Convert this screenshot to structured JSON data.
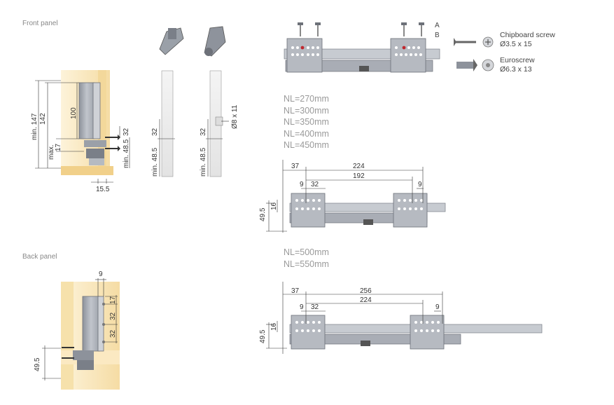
{
  "sections": {
    "front_panel": "Front panel",
    "back_panel": "Back panel"
  },
  "front": {
    "dims": {
      "min147": "min. 147",
      "d142": "142",
      "d100": "100",
      "max17": "max.",
      "max17b": "17",
      "min48_5": "min. 48.5",
      "d32": "32",
      "d15_5": "15.5"
    }
  },
  "panels": {
    "left": {
      "min48_5": "min. 48.5",
      "d32": "32"
    },
    "right": {
      "min48_5": "min. 48.5",
      "d32": "32",
      "dia": "Ø8 x 11"
    }
  },
  "screws": {
    "a": "A",
    "b": "B",
    "chipboard": {
      "name": "Chipboard screw",
      "size": "Ø3.5 x 15"
    },
    "euro": {
      "name": "Euroscrew",
      "size": "Ø6.3 x 13"
    }
  },
  "nl_group1": [
    "NL=270mm",
    "NL=300mm",
    "NL=350mm",
    "NL=400mm",
    "NL=450mm"
  ],
  "nl_group2": [
    "NL=500mm",
    "NL=550mm"
  ],
  "runner1": {
    "d37": "37",
    "d224": "224",
    "d192": "192",
    "d9a": "9",
    "d32": "32",
    "d9b": "9",
    "d16": "16",
    "d49_5": "49.5"
  },
  "runner2": {
    "d37": "37",
    "d256": "256",
    "d224": "224",
    "d9a": "9",
    "d32": "32",
    "d9b": "9",
    "d16": "16",
    "d49_5": "49.5"
  },
  "back": {
    "d9": "9",
    "d17": "17",
    "d32a": "32",
    "d32b": "32",
    "d49_5": "49.5"
  },
  "colors": {
    "wood": "#f7e4b5",
    "metal": "#a9adb5",
    "dark": "#5b606a",
    "accent_red": "#c0272d"
  }
}
